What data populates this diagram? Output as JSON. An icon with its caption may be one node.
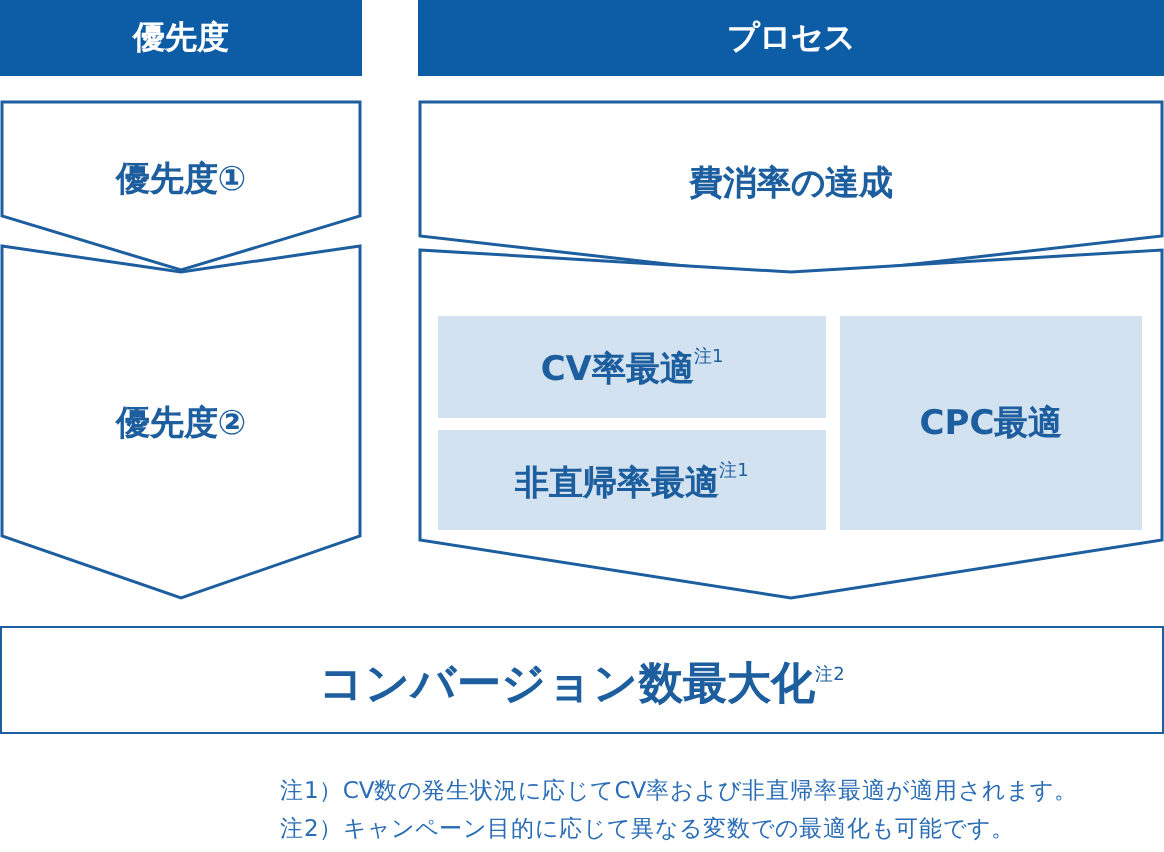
{
  "diagram": {
    "nodes": [
      {
        "text": [
          "優先度"
        ]
      },
      {
        "text": [
          "プロセス"
        ]
      },
      {
        "text": [
          "優先度①"
        ]
      },
      {
        "text": [
          "費消率の達成"
        ]
      },
      {
        "text": [
          "優先度②"
        ]
      },
      {
        "text": [],
        "shape": "chevron"
      },
      {
        "text": [
          "CV率最適$^{注1}$"
        ],
        "in": 5
      },
      {
        "text": [
          "非直帰率最適$^{注1}$"
        ],
        "in": 5
      },
      {
        "text": [
          "CPC最適"
        ],
        "in": 5
      },
      {
        "text": [
          "コンバージョン数最大化$^{注2}$"
        ]
      }
    ],
    "edges": [],
    "labels": [
      "注1）CV数の発生状況に応じてCV率および非直帰率最適が適用されます。",
      "注2）キャンペーン目的に応じて異なる変数での最適化も可能です。"
    ]
  }
}
